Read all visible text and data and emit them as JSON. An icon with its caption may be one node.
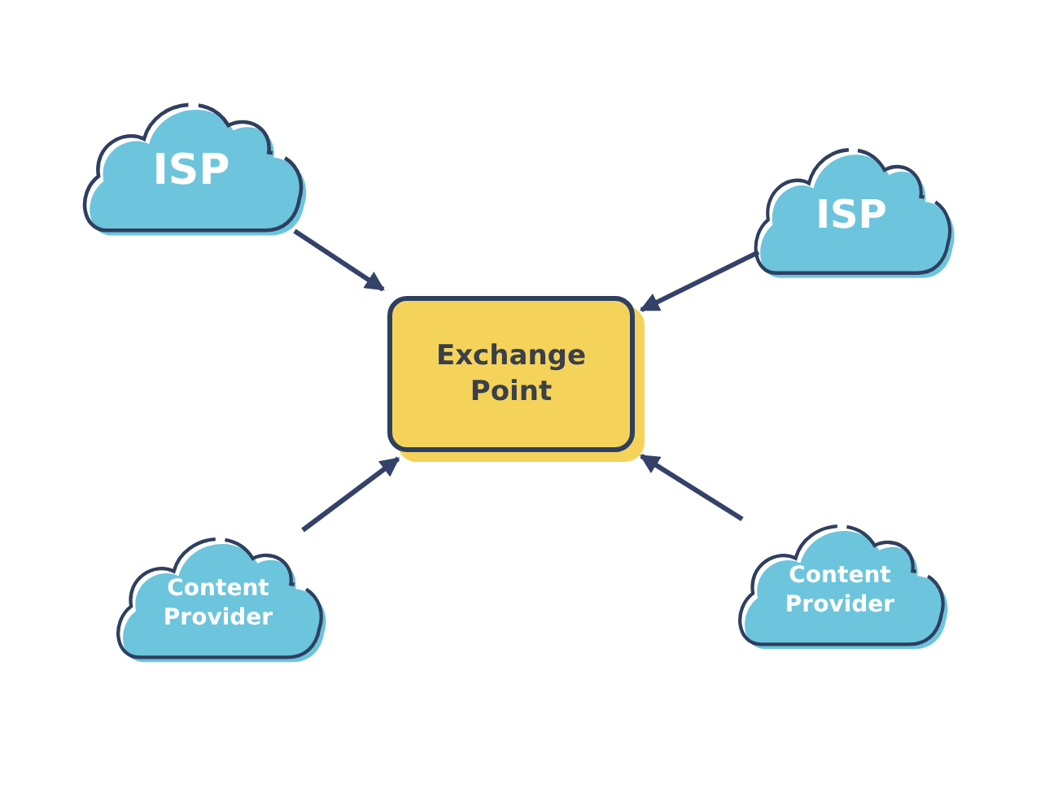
{
  "diagram": {
    "nodes": [
      {
        "text": [
          "ISP"
        ]
      },
      {
        "text": [
          "ISP"
        ]
      },
      {
        "text": [
          "Exchange Point"
        ]
      },
      {
        "text": [
          "Content Provider"
        ]
      },
      {
        "text": [
          "Content Provider"
        ]
      }
    ],
    "edges": [
      {
        "from": 0,
        "to": 2,
        "arrow": "to"
      },
      {
        "from": 1,
        "to": 2,
        "arrow": "to"
      },
      {
        "from": 3,
        "to": 2,
        "arrow": "to"
      },
      {
        "from": 4,
        "to": 2,
        "arrow": "to"
      }
    ]
  }
}
